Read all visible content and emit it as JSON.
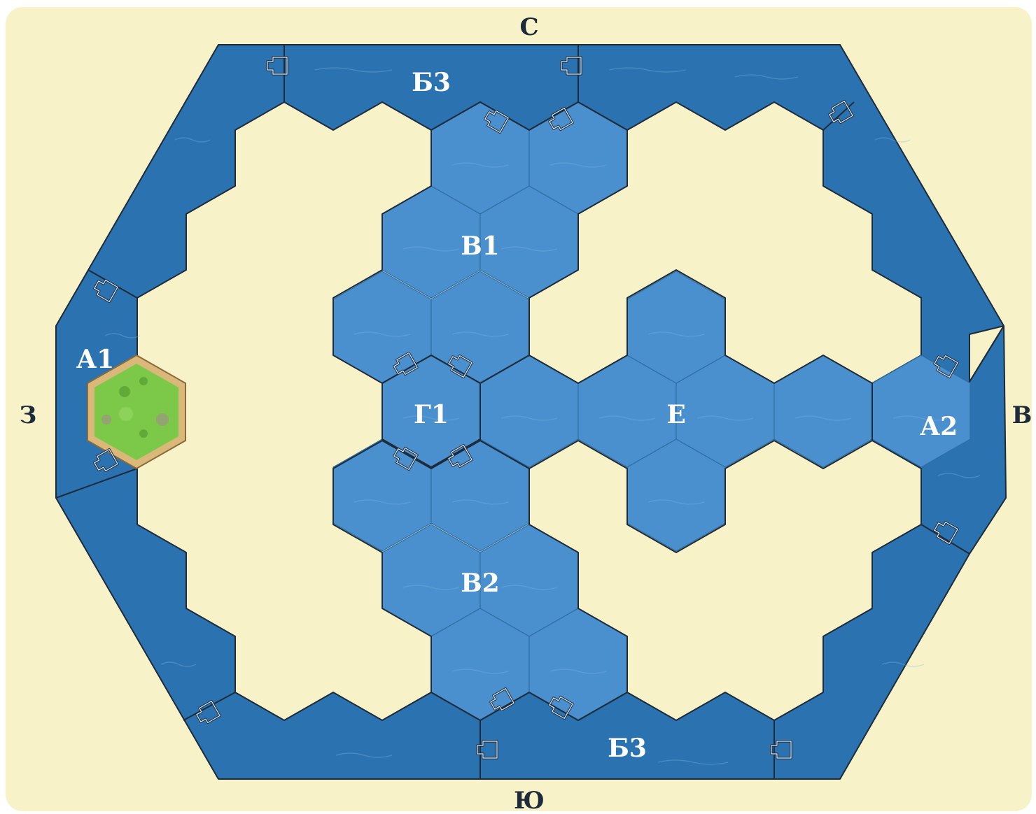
{
  "compass": {
    "north": "С",
    "south": "Ю",
    "west": "З",
    "east": "В"
  },
  "regions": {
    "frame_top": "Б3",
    "frame_bottom": "Б3",
    "west_island": "А1",
    "east_tile": "А2",
    "center_left": "Г1",
    "upper_cluster": "В1",
    "lower_cluster": "В2",
    "east_cluster": "Е"
  },
  "colors": {
    "background": "#f8f2c8",
    "sea_frame": "#2b72b0",
    "sea_hex": "#4a90cf",
    "outline": "#1d2b3a",
    "island_grass": "#7cc94a"
  },
  "icons": [
    "puzzle-connector-icon",
    "island-tile-icon"
  ]
}
